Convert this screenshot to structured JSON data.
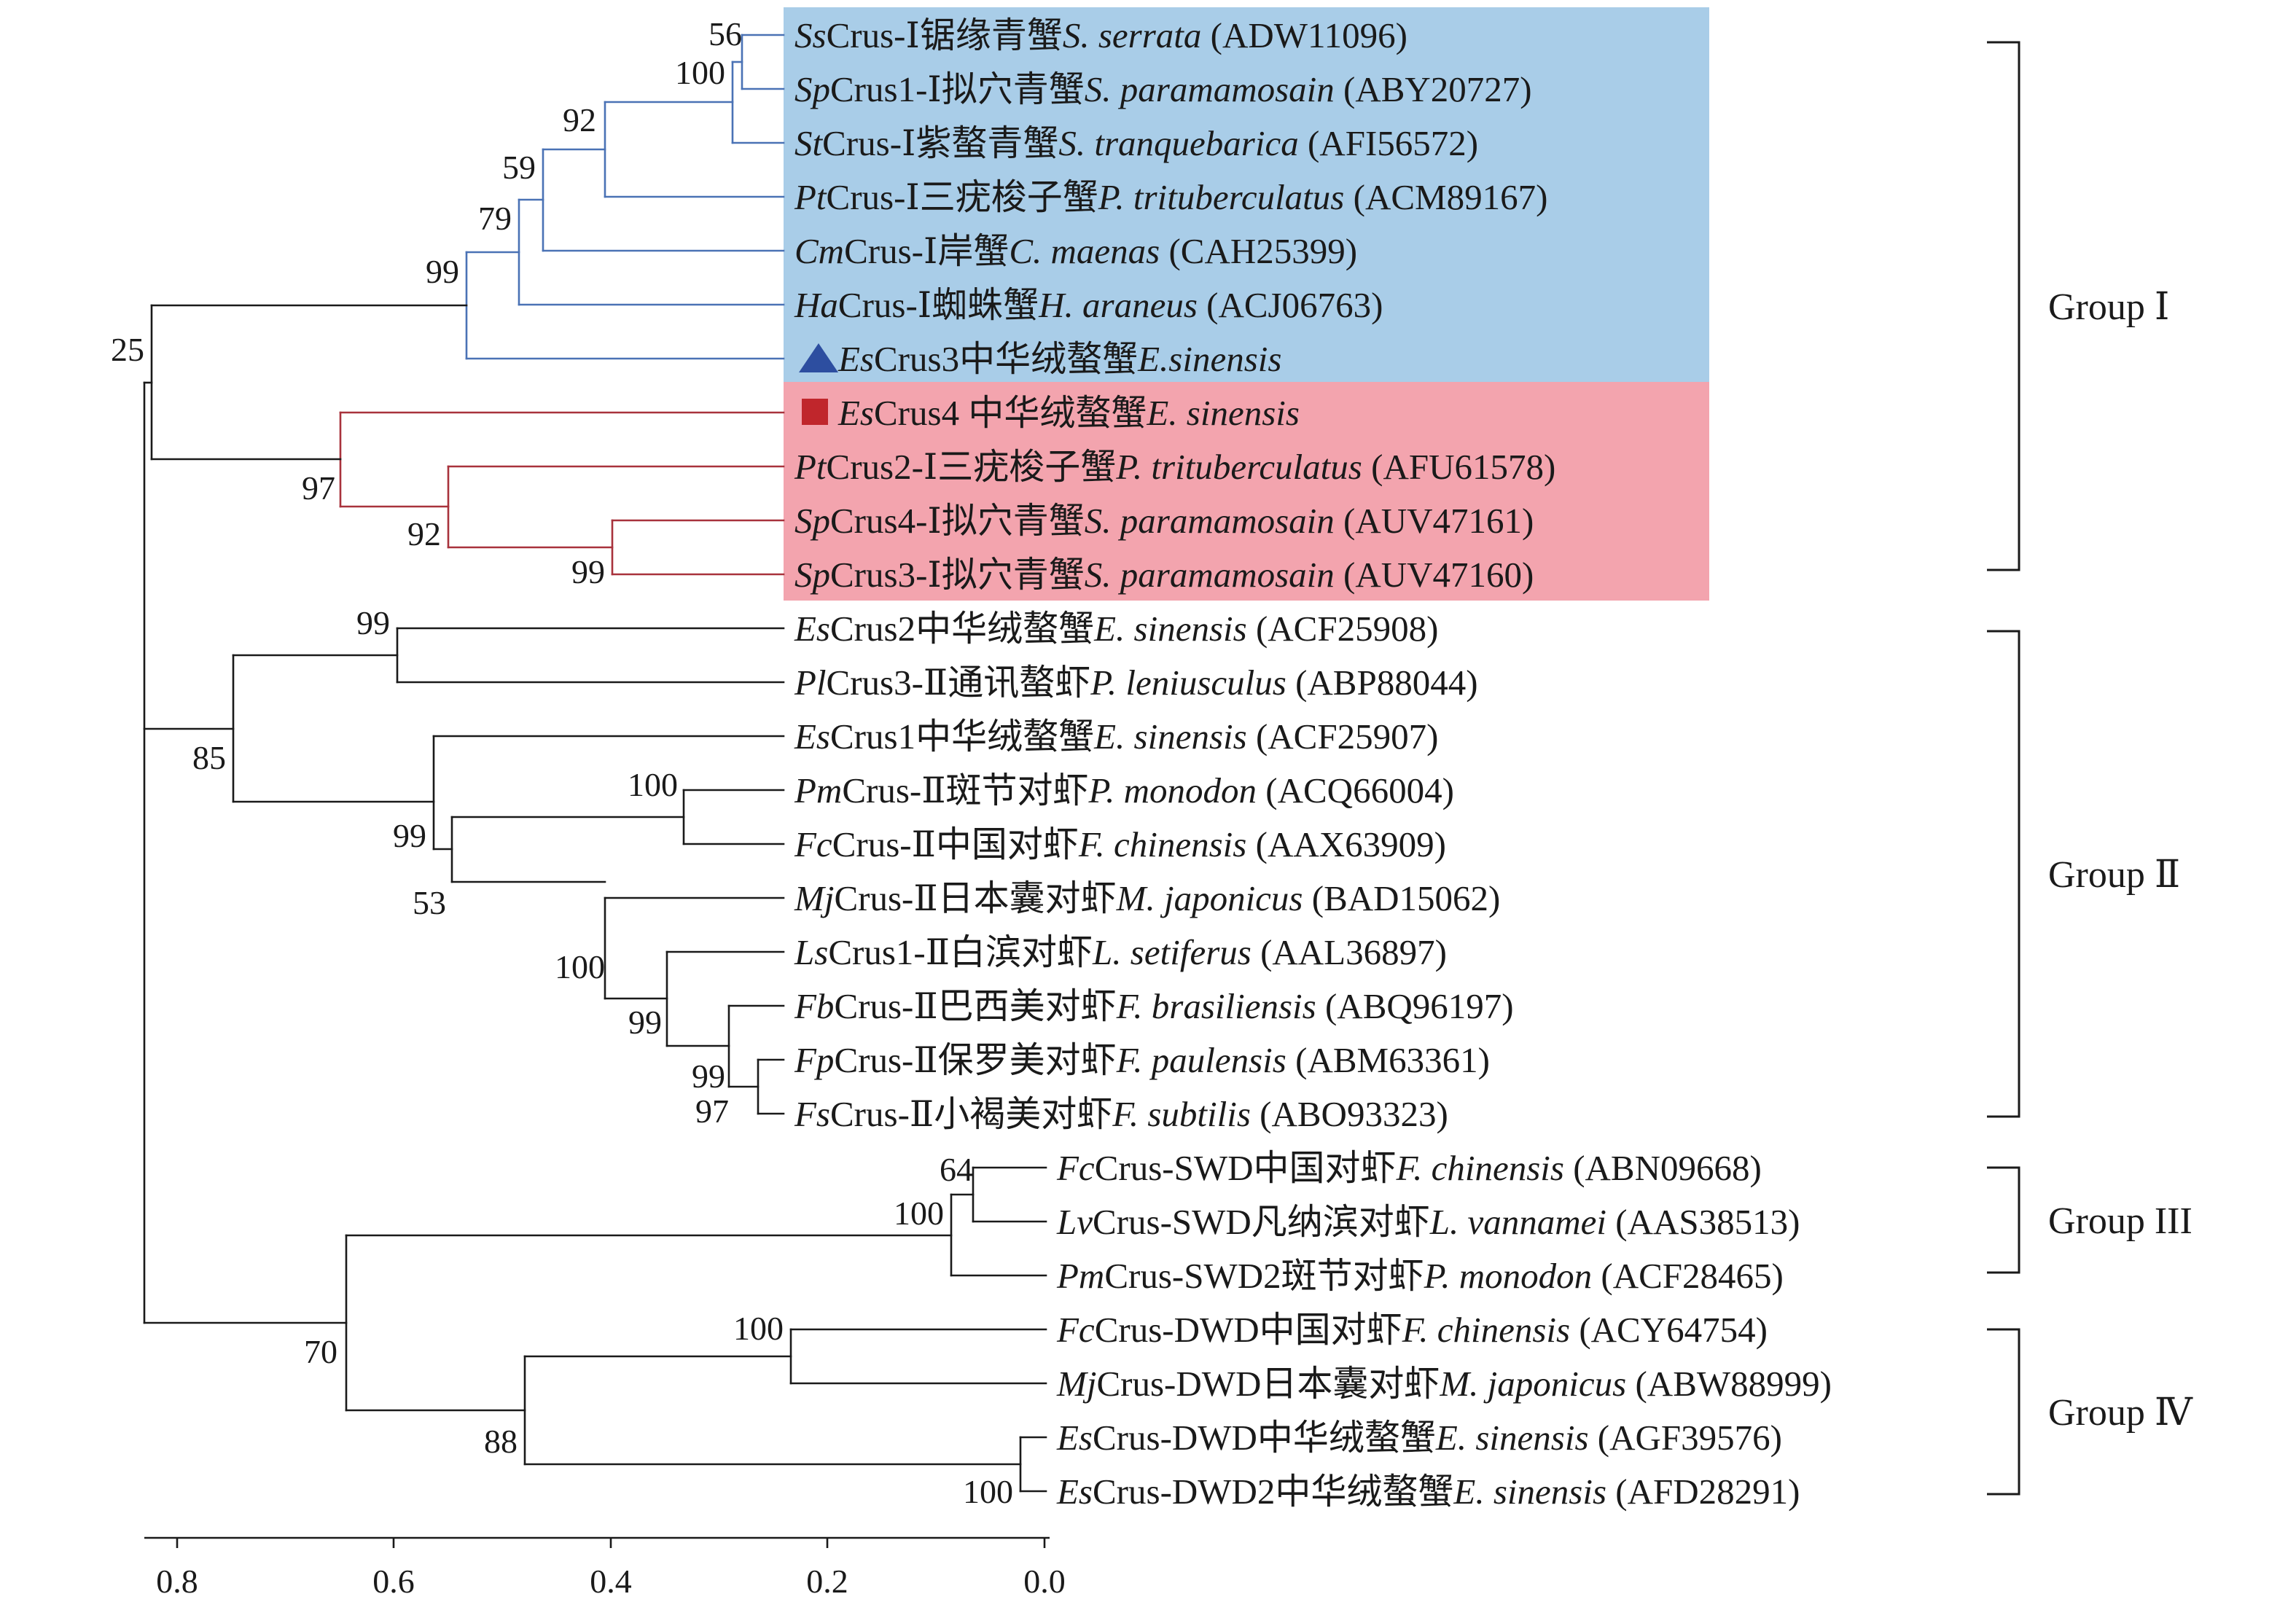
{
  "colors": {
    "group1_shade": "#a9cde8",
    "group1_branch": "#4a72b5",
    "group2_shade": "#f3a4ae",
    "group2_branch": "#a8323c",
    "branch": "#1a1a1a",
    "triangle_marker": "#2d4ea0",
    "square_marker": "#c0262c"
  },
  "leaves": [
    {
      "p": "Ss",
      "t": "Crus-Ⅰ锯缘青蟹",
      "s": "S. serrata",
      "a": " (ADW11096)"
    },
    {
      "p": "Sp",
      "t": "Crus1-Ⅰ拟穴青蟹",
      "s": "S. paramamosain",
      "a": " (ABY20727)"
    },
    {
      "p": "St",
      "t": "Crus-Ⅰ紫螯青蟹",
      "s": "S. tranquebarica",
      "a": " (AFI56572)"
    },
    {
      "p": "Pt",
      "t": "Crus-Ⅰ三疣梭子蟹",
      "s": "P. trituberculatus",
      "a": " (ACM89167)"
    },
    {
      "p": "Cm",
      "t": "Crus-Ⅰ岸蟹",
      "s": "C. maenas",
      "a": " (CAH25399)"
    },
    {
      "p": "Ha",
      "t": "Crus-Ⅰ蜘蛛蟹",
      "s": "H. araneus",
      "a": " (ACJ06763)"
    },
    {
      "p": "Es",
      "t": "Crus3中华绒螯蟹",
      "s": "E.sinensis",
      "a": "",
      "marker": "triangle"
    },
    {
      "p": "Es",
      "t": "Crus4 中华绒螯蟹",
      "s": "E. sinensis",
      "a": "",
      "marker": "square"
    },
    {
      "p": "Pt",
      "t": "Crus2-Ⅰ三疣梭子蟹",
      "s": "P. trituberculatus",
      "a": " (AFU61578)"
    },
    {
      "p": "Sp",
      "t": "Crus4-Ⅰ拟穴青蟹",
      "s": "S. paramamosain",
      "a": " (AUV47161)"
    },
    {
      "p": "Sp",
      "t": "Crus3-Ⅰ拟穴青蟹",
      "s": "S. paramamosain",
      "a": " (AUV47160)"
    },
    {
      "p": "Es",
      "t": "Crus2中华绒螯蟹",
      "s": "E. sinensis",
      "a": " (ACF25908)"
    },
    {
      "p": "Pl",
      "t": "Crus3-Ⅱ通讯螯虾",
      "s": "P. leniusculus",
      "a": " (ABP88044)"
    },
    {
      "p": "Es",
      "t": "Crus1中华绒螯蟹",
      "s": "E. sinensis",
      "a": " (ACF25907)"
    },
    {
      "p": "Pm",
      "t": "Crus-Ⅱ斑节对虾",
      "s": "P. monodon",
      "a": " (ACQ66004)"
    },
    {
      "p": "Fc",
      "t": "Crus-Ⅱ中国对虾",
      "s": "F. chinensis",
      "a": " (AAX63909)"
    },
    {
      "p": "Mj",
      "t": "Crus-Ⅱ日本囊对虾",
      "s": "M. japonicus",
      "a": " (BAD15062)"
    },
    {
      "p": "Ls",
      "t": "Crus1-Ⅱ白滨对虾",
      "s": "L. setiferus",
      "a": " (AAL36897)"
    },
    {
      "p": "Fb",
      "t": "Crus-Ⅱ巴西美对虾",
      "s": "F. brasiliensis",
      "a": " (ABQ96197)"
    },
    {
      "p": "Fp",
      "t": "Crus-Ⅱ保罗美对虾",
      "s": "F. paulensis",
      "a": " (ABM63361)"
    },
    {
      "p": "Fs",
      "t": "Crus-Ⅱ小褐美对虾",
      "s": "F. subtilis",
      "a": " (ABO93323)"
    },
    {
      "p": "Fc",
      "t": "Crus-SWD中国对虾",
      "s": "F. chinensis",
      "a": " (ABN09668)"
    },
    {
      "p": "Lv",
      "t": "Crus-SWD凡纳滨对虾",
      "s": "L. vannamei",
      "a": " (AAS38513)"
    },
    {
      "p": "Pm",
      "t": "Crus-SWD2斑节对虾",
      "s": "P. monodon",
      "a": " (ACF28465)"
    },
    {
      "p": "Fc",
      "t": "Crus-DWD中国对虾",
      "s": "F. chinensis",
      "a": " (ACY64754)"
    },
    {
      "p": "Mj",
      "t": "Crus-DWD日本囊对虾",
      "s": "M. japonicus",
      "a": " (ABW88999)"
    },
    {
      "p": "Es",
      "t": "Crus-DWD中华绒螯蟹",
      "s": "E. sinensis",
      "a": " (AGF39576)"
    },
    {
      "p": "Es",
      "t": "Crus-DWD2中华绒螯蟹",
      "s": "E. sinensis",
      "a": " (AFD28291)"
    }
  ],
  "bootstrap": [
    "56",
    "100",
    "92",
    "59",
    "79",
    "99",
    "25",
    "97",
    "92",
    "99",
    "99",
    "85",
    "100",
    "99",
    "53",
    "100",
    "99",
    "99",
    "97",
    "64",
    "100",
    "70",
    "100",
    "88",
    "100"
  ],
  "groups": [
    "Group Ⅰ",
    "Group Ⅱ",
    "Group III",
    "Group Ⅳ"
  ],
  "axis_ticks": [
    "0.8",
    "0.6",
    "0.4",
    "0.2",
    "0.0"
  ]
}
